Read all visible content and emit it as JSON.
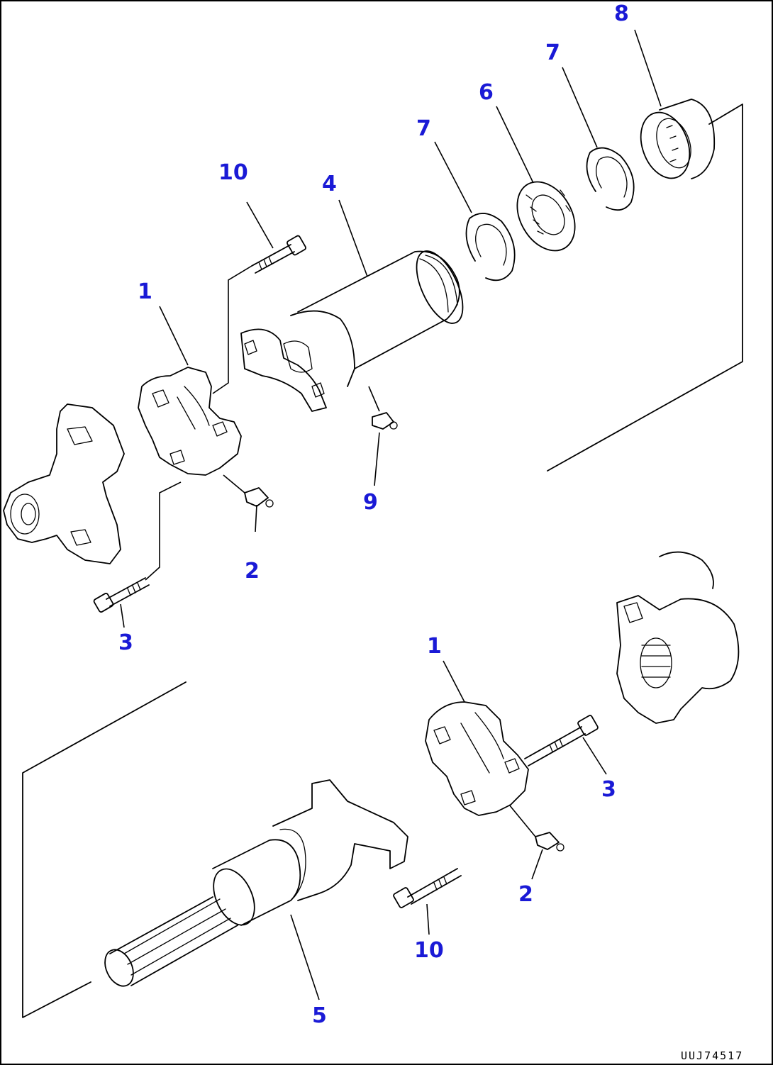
{
  "diagram": {
    "document_id": "UUJ74517",
    "callouts": [
      "8",
      "7",
      "6",
      "7",
      "10",
      "4",
      "1",
      "9",
      "2",
      "3",
      "1",
      "3",
      "2",
      "10",
      "5"
    ]
  },
  "colors": {
    "callout": "#1a1ad6",
    "line": "#000000",
    "background": "#ffffff"
  }
}
